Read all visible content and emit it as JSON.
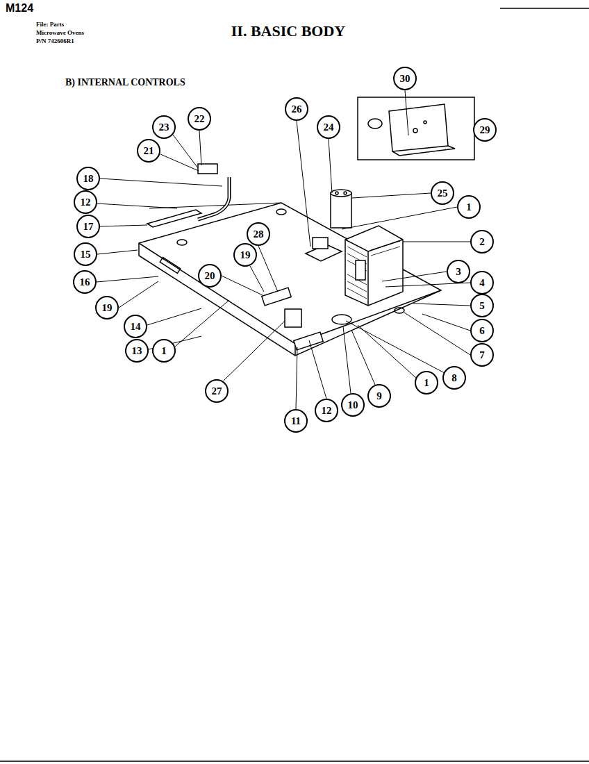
{
  "diagram": {
    "title": "II. BASIC BODY",
    "nodes": [
      {
        "text": [
          "30"
        ]
      },
      {
        "text": [
          "26"
        ]
      },
      {
        "text": [
          "22"
        ]
      },
      {
        "text": [
          "23"
        ]
      },
      {
        "text": [
          "24"
        ]
      },
      {
        "text": [
          "29"
        ]
      },
      {
        "text": [
          "21"
        ]
      },
      {
        "text": [
          "18"
        ]
      },
      {
        "text": [
          "25"
        ]
      },
      {
        "text": [
          "12"
        ]
      },
      {
        "text": [
          "1"
        ]
      },
      {
        "text": [
          "17"
        ]
      },
      {
        "text": [
          "28"
        ]
      },
      {
        "text": [
          "2"
        ]
      },
      {
        "text": [
          "15"
        ]
      },
      {
        "text": [
          "19"
        ]
      },
      {
        "text": [
          "20"
        ]
      },
      {
        "text": [
          "3"
        ]
      },
      {
        "text": [
          "4"
        ]
      },
      {
        "text": [
          "16"
        ]
      },
      {
        "text": [
          "5"
        ]
      },
      {
        "text": [
          "19"
        ]
      },
      {
        "text": [
          "14"
        ]
      },
      {
        "text": [
          "6"
        ]
      },
      {
        "text": [
          "13"
        ]
      },
      {
        "text": [
          "1"
        ]
      },
      {
        "text": [
          "7"
        ]
      },
      {
        "text": [
          "8"
        ]
      },
      {
        "text": [
          "1"
        ]
      },
      {
        "text": [
          "27"
        ]
      },
      {
        "text": [
          "9"
        ]
      },
      {
        "text": [
          "10"
        ]
      },
      {
        "text": [
          "12"
        ]
      },
      {
        "text": [
          "11"
        ]
      }
    ],
    "labels": [
      "M124",
      "File: Parts",
      "Microwave Ovens",
      "P/N 742606R1",
      "B) INTERNAL CONTROLS"
    ]
  }
}
